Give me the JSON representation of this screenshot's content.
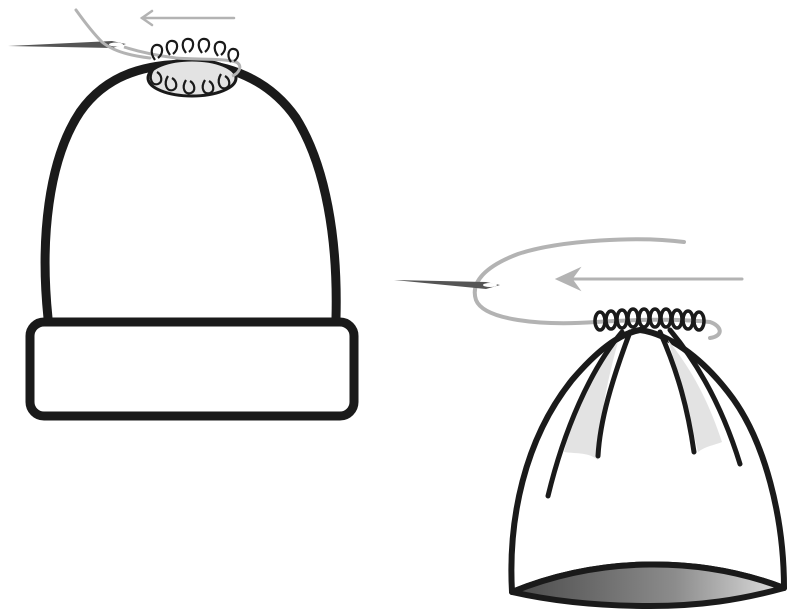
{
  "figures": [
    {
      "id": "beanie-cuffed",
      "icon": "cuffed-beanie-with-crown-stitching"
    },
    {
      "id": "beanie-gathered",
      "icon": "gathered-beanie-cinched-crown"
    }
  ],
  "colors": {
    "outline": "#1a1a1a",
    "yarn": "#b3b3b3",
    "needle": "#555555",
    "arrow": "#b3b3b3",
    "crown_fill": "#e3e3e3",
    "brim_shade_dark": "#555555",
    "brim_shade_light": "#d6d6d6"
  }
}
